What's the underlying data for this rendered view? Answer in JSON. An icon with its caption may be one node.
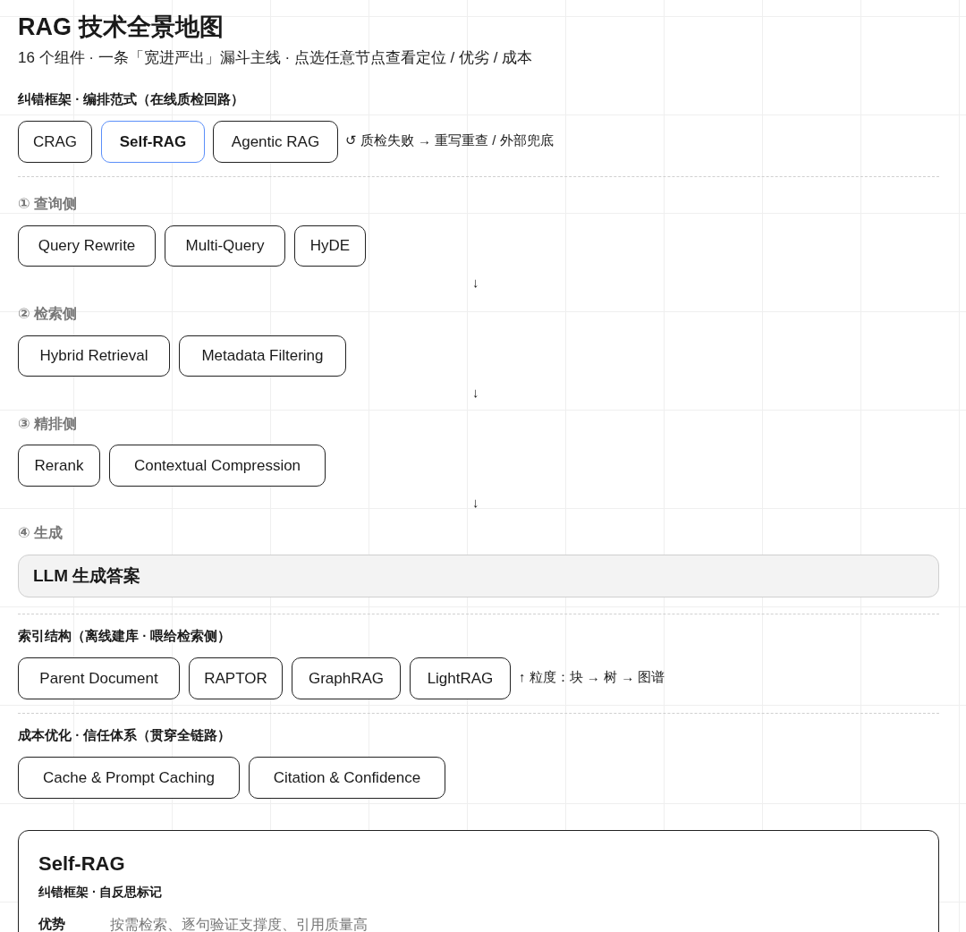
{
  "diagram": {
    "title": "RAG 技术全景地图",
    "nodes": [
      {
        "text": [
          "CRAG"
        ]
      },
      {
        "text": [
          "Self-RAG"
        ]
      },
      {
        "text": [
          "Agentic RAG"
        ]
      },
      {
        "text": [
          "Query Rewrite"
        ]
      },
      {
        "text": [
          "Multi-Query"
        ]
      },
      {
        "text": [
          "HyDE"
        ]
      },
      {
        "text": [
          "Hybrid Retrieval"
        ]
      },
      {
        "text": [
          "Metadata Filtering"
        ]
      },
      {
        "text": [
          "Rerank"
        ]
      },
      {
        "text": [
          "Contextual Compression"
        ]
      },
      {
        "text": [
          "LLM 生成答案"
        ]
      },
      {
        "text": [
          "Parent Document"
        ]
      },
      {
        "text": [
          "RAPTOR"
        ]
      },
      {
        "text": [
          "GraphRAG"
        ]
      },
      {
        "text": [
          "LightRAG"
        ]
      },
      {
        "text": [
          "Cache & Prompt Caching"
        ]
      },
      {
        "text": [
          "Citation & Confidence"
        ]
      },
      {
        "text": [
          "Self-RAG",
          "纠错框架 · 自反思标记",
          "优势",
          "按需检索、逐句验证支撑度、引用质量高"
        ]
      }
    ],
    "edges": [],
    "labels": [
      "16 个组件 · 一条「宽进严出」漏斗主线 · 点选任意节点查看定位 / 优劣 / 成本",
      "纠错框架 · 编排范式（在线质检回路）",
      "↺ 质检失败 → 重写重查 / 外部兜底",
      "① 查询侧",
      "↓",
      "② 检索侧",
      "↓",
      "③ 精排侧",
      "↓",
      "④ 生成",
      "索引结构（离线建库 · 喂给检索侧）",
      "↑ 粒度：块 → 树 → 图谱",
      "成本优化 · 信任体系（贯穿全链路）"
    ]
  }
}
